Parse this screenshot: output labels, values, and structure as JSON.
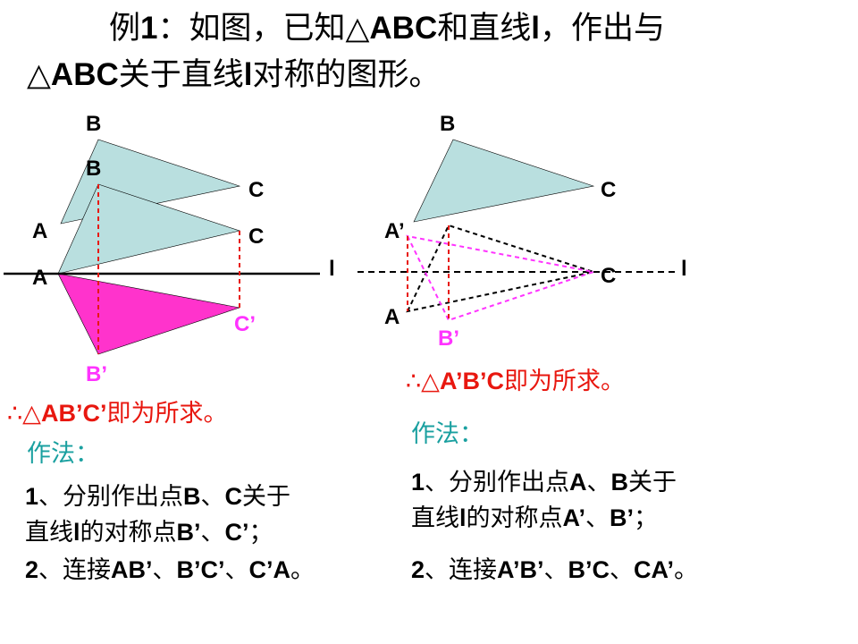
{
  "title": {
    "line1_pre": "例",
    "line1_b1": "1",
    "line1_m1": "：如图，已知△",
    "line1_b2": "ABC",
    "line1_m2": "和直线",
    "line1_b3": "l",
    "line1_m3": "，作出与",
    "line2_pre": "△",
    "line2_b1": "ABC",
    "line2_m1": "关于直线",
    "line2_b2": "l",
    "line2_m2": "对称的图形。"
  },
  "left_figure": {
    "labels": {
      "B_top": "B",
      "B": "B",
      "C_top": "C",
      "C": "C",
      "A_top": "A",
      "A": "A",
      "l": "l",
      "C_prime": "C’",
      "B_prime": "B’"
    },
    "conclusion": {
      "prefix": "∴△",
      "bold": "AB’C’",
      "suffix": "即为所求。"
    },
    "method_heading": "作法：",
    "steps": {
      "s1_b1": "1",
      "s1_m1": "、分别作出点",
      "s1_b2": "B",
      "s1_m2": "、",
      "s1_b3": "C",
      "s1_m3": "关于",
      "s2_m1": "直线",
      "s2_b1": "l",
      "s2_m2": "的对称点",
      "s2_b2": "B’",
      "s2_m3": "、",
      "s2_b3": "C’",
      "s2_m4": "；",
      "s3_b1": "2",
      "s3_m1": "、连接",
      "s3_b2": "AB’",
      "s3_m2": "、",
      "s3_b3": "B’C’",
      "s3_m3": "、",
      "s3_b4": "C’A",
      "s3_m4": "。"
    }
  },
  "right_figure": {
    "labels": {
      "B": "B",
      "C_top": "C",
      "A_prime": "A’",
      "l": "l",
      "C": "C",
      "A": "A",
      "B_prime": "B’"
    },
    "conclusion": {
      "prefix": "∴△",
      "bold": "A’B’C",
      "suffix": "即为所求。"
    },
    "method_heading": "作法：",
    "steps": {
      "s1_b1": "1",
      "s1_m1": "、分别作出点",
      "s1_b2": "A",
      "s1_m2": "、",
      "s1_b3": "B",
      "s1_m3": "关于",
      "s2_m1": "直线",
      "s2_b1": "l",
      "s2_m2": "的对称点",
      "s2_b2": "A’",
      "s2_m3": "、",
      "s2_b3": "B’",
      "s2_m4": "；",
      "s3_b1": "2",
      "s3_m1": "、连接",
      "s3_b2": "A’B’",
      "s3_m2": "、",
      "s3_b3": "B’C",
      "s3_m3": "、",
      "s3_b4": "CA’",
      "s3_m4": "。"
    }
  },
  "colors": {
    "triangle_fill": "#b9dfdf",
    "reflected_fill": "#ff33cc",
    "magenta_text": "#ff33ff",
    "red_text": "#e8170f",
    "teal_text": "#1aa0a0",
    "dashed_red": "#e8170f",
    "dashed_magenta": "#ff33ff"
  }
}
